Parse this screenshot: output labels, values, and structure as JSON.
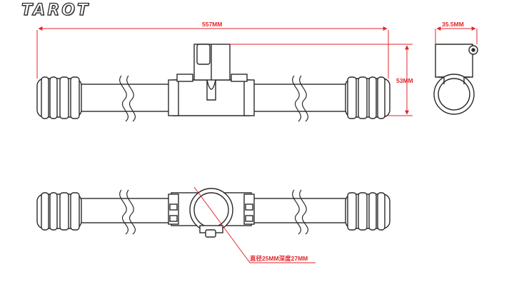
{
  "brand": {
    "logo_text": "TAROT"
  },
  "dimensions": {
    "overall_length": "557MM",
    "clamp_width": "35.5MM",
    "height": "53MM",
    "mount_hole": "直径25MM深度27MM"
  },
  "colors": {
    "outline": "#2a2a2a",
    "dimension": "#e2252b",
    "background": "#ffffff"
  }
}
